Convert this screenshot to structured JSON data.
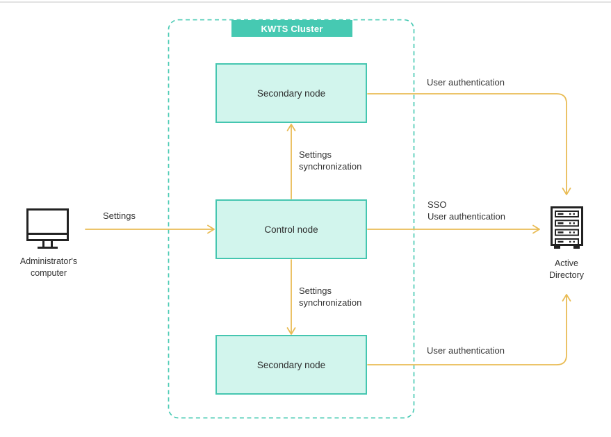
{
  "colors": {
    "cluster_dash": "#4ccbb5",
    "cluster_label_bg": "#46c9b2",
    "node_fill": "#d2f5ed",
    "node_border": "#45c6b0",
    "arrow_gold": "#e9bc55",
    "text": "#333333",
    "icon_stroke": "#222222",
    "top_rule": "#e2e2e2"
  },
  "cluster": {
    "label": "KWTS Cluster"
  },
  "nodes": {
    "secondary_top": {
      "label": "Secondary node"
    },
    "control": {
      "label": "Control node"
    },
    "secondary_bottom": {
      "label": "Secondary node"
    }
  },
  "actors": {
    "admin_computer": {
      "icon": "monitor-icon",
      "caption": [
        "Administrator's",
        "computer"
      ]
    },
    "active_directory": {
      "icon": "server-icon",
      "caption": [
        "Active",
        "Directory"
      ]
    }
  },
  "edges": {
    "settings": {
      "label": "Settings"
    },
    "sync_top": {
      "label": [
        "Settings",
        "synchronization"
      ]
    },
    "sync_bottom": {
      "label": [
        "Settings",
        "synchronization"
      ]
    },
    "sso": {
      "label": [
        "SSO",
        "User authentication"
      ]
    },
    "auth_top": {
      "label": "User authentication"
    },
    "auth_bottom": {
      "label": "User authentication"
    }
  }
}
